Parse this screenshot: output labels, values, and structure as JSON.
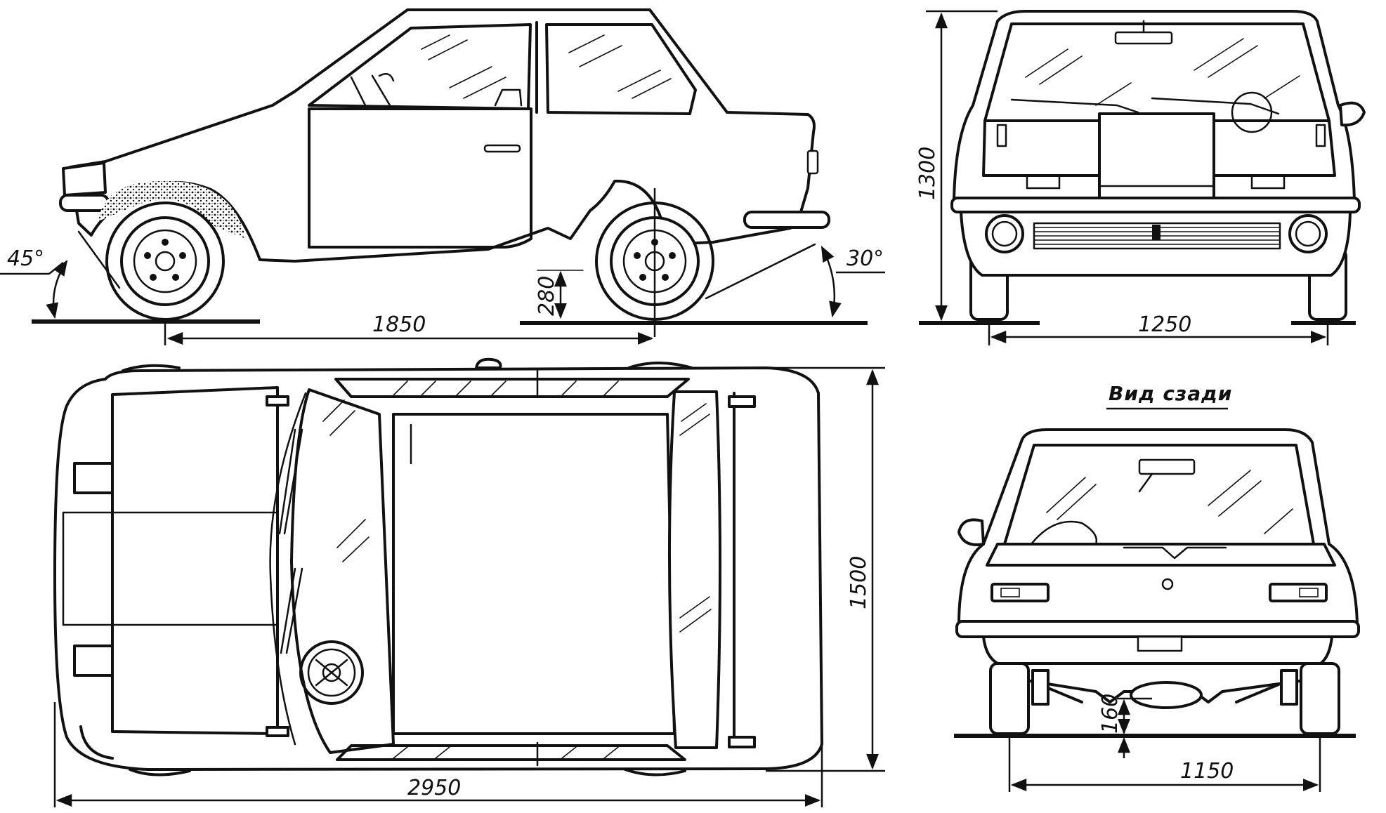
{
  "views": {
    "side": {
      "angle_front": "45°",
      "angle_rear": "30°",
      "clearance": "280",
      "wheelbase": "1850"
    },
    "front": {
      "height": "1300",
      "track": "1250"
    },
    "top": {
      "width": "1500",
      "length": "2950"
    },
    "rear": {
      "caption": "Вид сзади",
      "clearance": "160",
      "track": "1150"
    }
  }
}
